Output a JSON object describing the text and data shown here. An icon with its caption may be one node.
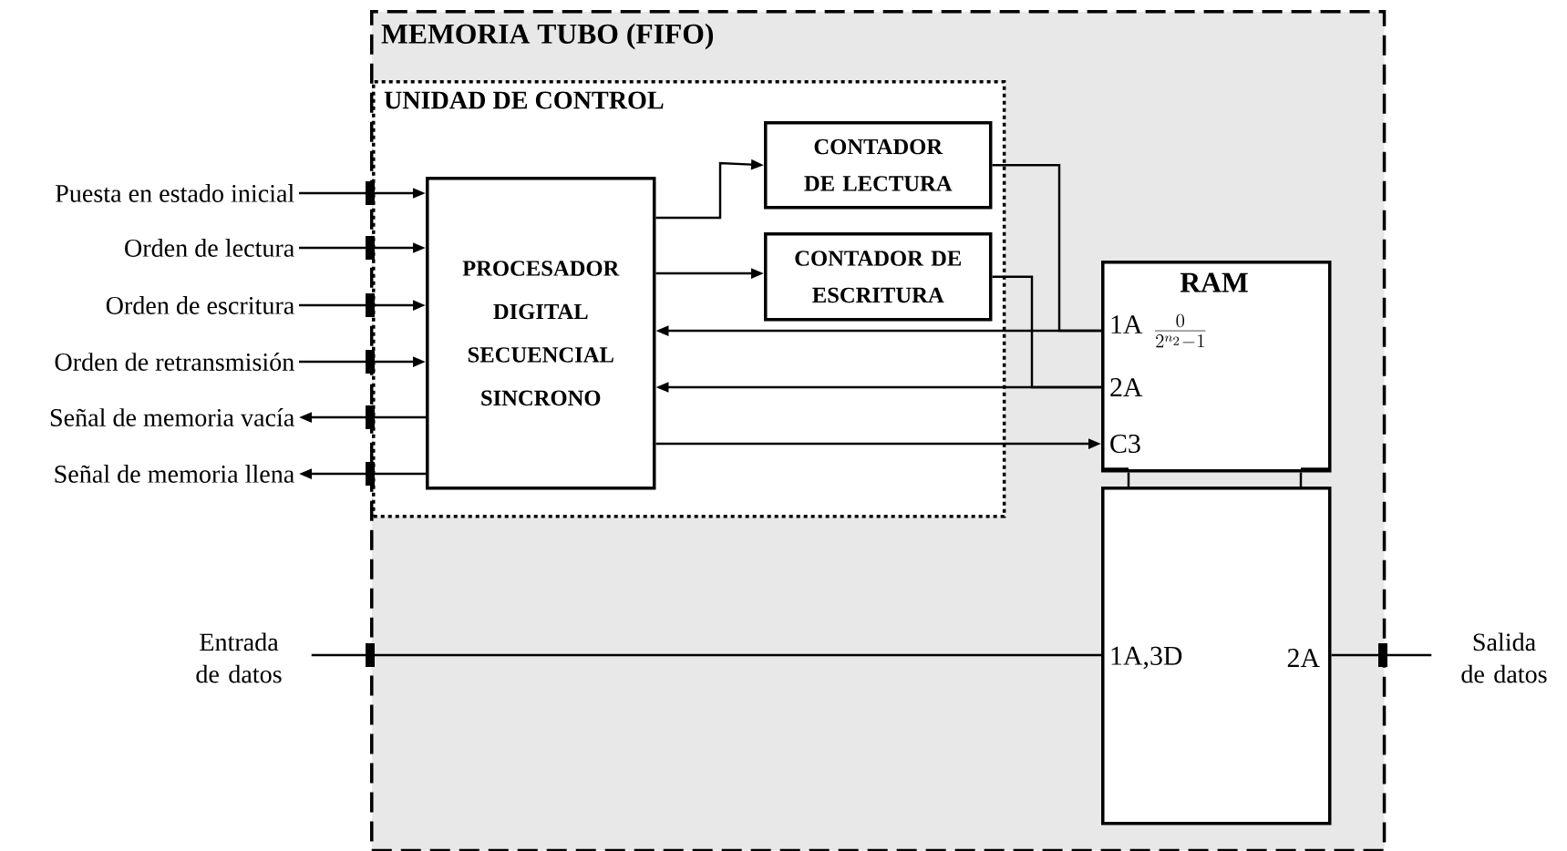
{
  "diagram": {
    "nodes": [
      {
        "text": [
          "MEMORIA TUBO (FIFO)"
        ]
      },
      {
        "text": [
          "UNIDAD DE CONTROL"
        ],
        "in": 0
      },
      {
        "text": [
          "PROCESADOR DIGITAL SECUENCIAL SINCRONO"
        ],
        "in": 1
      },
      {
        "text": [
          "CONTADOR DE LECTURA"
        ],
        "in": 1
      },
      {
        "text": [
          "CONTADOR DE ESCRITURA"
        ],
        "in": 1
      },
      {
        "text": [
          "RAM",
          "1A",
          "2A",
          "C3"
        ],
        "in": 0
      },
      {
        "text": [
          "1A,3D",
          "2A"
        ],
        "in": 0
      },
      {
        "text": [
          "Puesta en estado inicial"
        ]
      },
      {
        "text": [
          "Orden de lectura"
        ]
      },
      {
        "text": [
          "Orden de escritura"
        ]
      },
      {
        "text": [
          "Orden de retransmisión"
        ]
      },
      {
        "text": [
          "Señal de memoria vacía"
        ]
      },
      {
        "text": [
          "Señal de memoria llena"
        ]
      },
      {
        "text": [
          "Entrada de datos"
        ]
      },
      {
        "text": [
          "Salida de datos"
        ]
      }
    ],
    "edges": [
      {
        "from": 7,
        "to": 2,
        "arrow": "to"
      },
      {
        "from": 8,
        "to": 2,
        "arrow": "to"
      },
      {
        "from": 9,
        "to": 2,
        "arrow": "to"
      },
      {
        "from": 10,
        "to": 2,
        "arrow": "to"
      },
      {
        "from": 2,
        "to": 11,
        "arrow": "to"
      },
      {
        "from": 2,
        "to": 12,
        "arrow": "to"
      },
      {
        "from": 2,
        "to": 3,
        "arrow": "to"
      },
      {
        "from": 2,
        "to": 4,
        "arrow": "to"
      },
      {
        "from": 3,
        "to": 5,
        "arrow": "none"
      },
      {
        "from": 5,
        "to": 2,
        "arrow": "to"
      },
      {
        "from": 4,
        "to": 5,
        "arrow": "none"
      },
      {
        "from": 5,
        "to": 2,
        "arrow": "to"
      },
      {
        "from": 2,
        "to": 5,
        "arrow": "to"
      },
      {
        "from": 13,
        "to": 6,
        "arrow": "none"
      },
      {
        "from": 6,
        "to": 14,
        "arrow": "none"
      },
      {
        "from": 5,
        "to": 6,
        "arrow": "none"
      },
      {
        "from": 5,
        "to": 6,
        "arrow": "none"
      }
    ],
    "labels": [
      "\\frac{0}{2^{n_2}-1}"
    ]
  }
}
